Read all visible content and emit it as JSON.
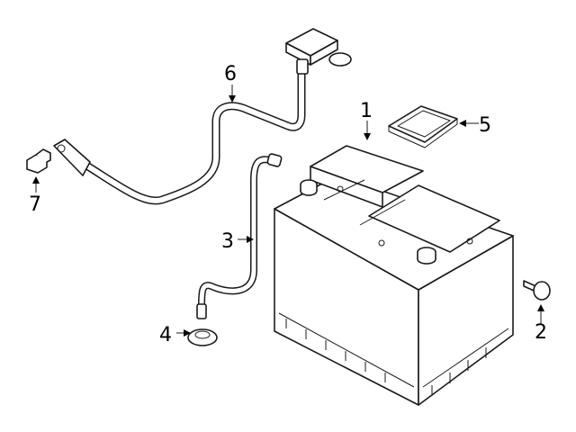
{
  "callouts": [
    {
      "id": "battery",
      "number": "1"
    },
    {
      "id": "bolt-right",
      "number": "2"
    },
    {
      "id": "ground-cable",
      "number": "3"
    },
    {
      "id": "grommet",
      "number": "4"
    },
    {
      "id": "cover-plate",
      "number": "5"
    },
    {
      "id": "positive-cable",
      "number": "6"
    },
    {
      "id": "bolt-left",
      "number": "7"
    }
  ],
  "colors": {
    "line": "#1a1a1a",
    "background": "#ffffff"
  }
}
